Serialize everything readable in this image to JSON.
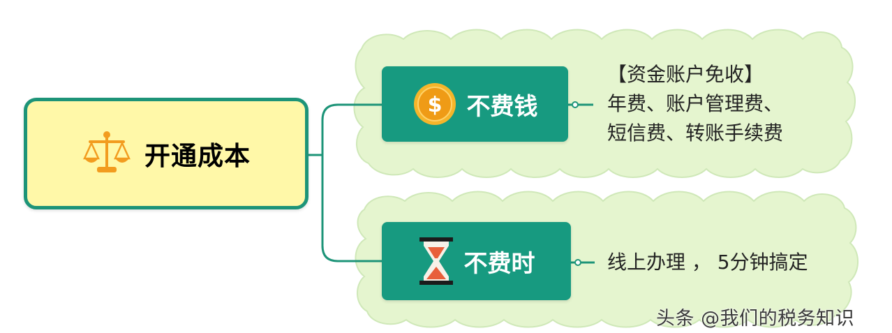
{
  "root": {
    "title": "开通成本",
    "icon": "scales-icon"
  },
  "topics": [
    {
      "label": "不费钱",
      "icon": "dollar-coin-icon",
      "note": "【资金账户免收】\n年费、账户管理费、\n短信费、转账手续费"
    },
    {
      "label": "不费时",
      "icon": "hourglass-icon",
      "note": "线上办理 ，  5分钟搞定"
    }
  ],
  "watermark": "头条 @我们的税务知识",
  "colors": {
    "root_fill": "#fff8a8",
    "root_border": "#1d9478",
    "topic_fill": "#179a80",
    "cloud_fill": "#e5f5cf",
    "cloud_stroke": "#cfe8b8",
    "connector": "#1d9478",
    "coin": "#f2a41f",
    "hourglass_sand": "#e85f3a",
    "scales": "#f29c1f"
  }
}
